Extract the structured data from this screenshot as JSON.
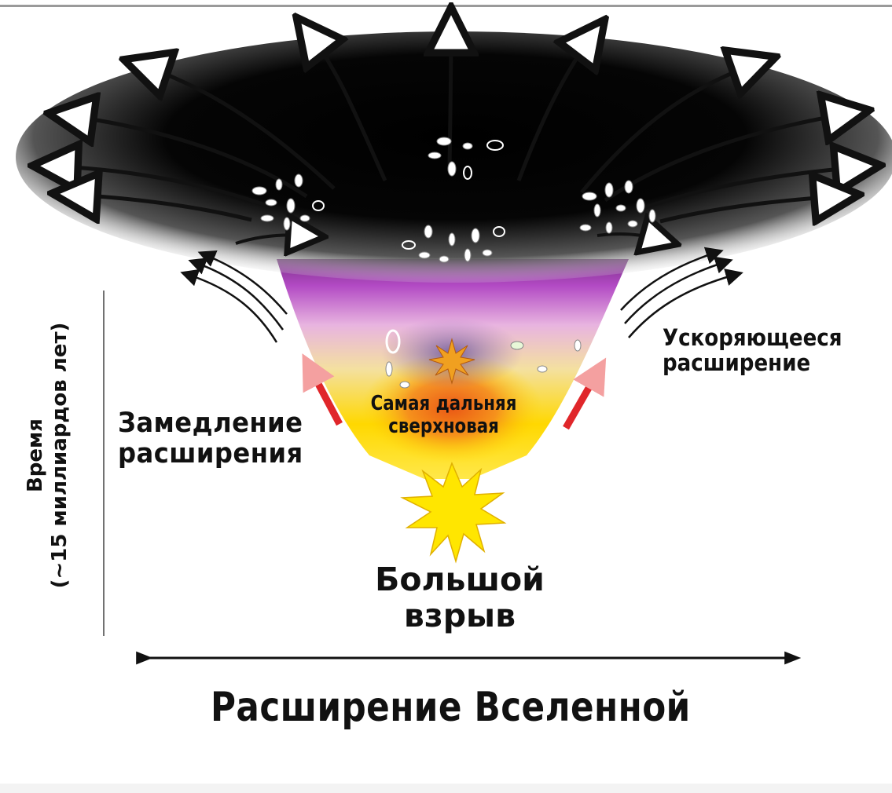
{
  "labels": {
    "slowing_expansion": "Замедление расширения",
    "accelerating_expansion": "Ускоряющееся расширение",
    "farthest_supernova": "Самая дальняя сверхновая",
    "big_bang": "Большой взрыв",
    "universe_expansion": "Расширение Вселенной",
    "time_axis_line1": "Время",
    "time_axis_line2": "(~15 миллиардов лет)"
  },
  "colors": {
    "dark_space": "#000000",
    "magenta": "#b24ac4",
    "yellow": "#ffd800",
    "orange": "#f05a14",
    "red_arrow": "#e0262a"
  }
}
